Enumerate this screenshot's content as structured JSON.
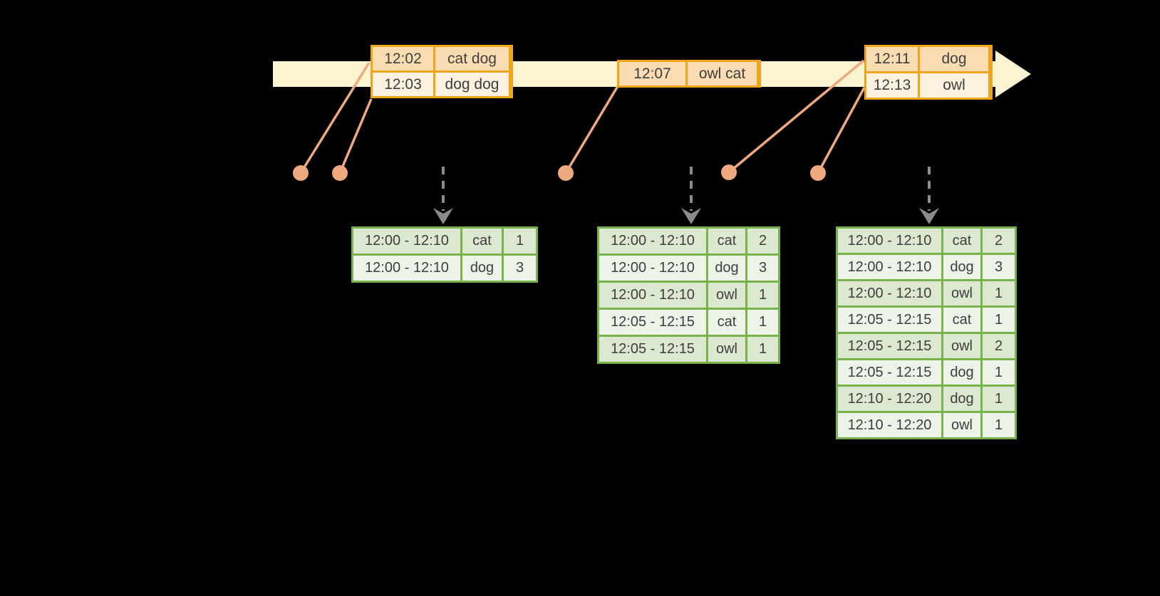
{
  "diagram": {
    "kind": "streaming-windowed-aggregation-timeline",
    "colors": {
      "background": "#000000",
      "timeline_band": "#fcf3d1",
      "event_table_border": "#f0a51b",
      "event_row_fill_dark": "#fadcb3",
      "event_row_fill_light": "#fdf1e0",
      "event_dot": "#efa97f",
      "result_table_border": "#77b34a",
      "result_row_fill_dark": "#dce8d0",
      "result_row_fill_light": "#eef3e9",
      "trigger_arrow": "#8c8c8c",
      "text": "#3e3e3e"
    }
  },
  "event_tables": [
    {
      "rows": [
        {
          "time": "12:02",
          "words": "cat dog"
        },
        {
          "time": "12:03",
          "words": "dog dog"
        }
      ]
    },
    {
      "rows": [
        {
          "time": "12:07",
          "words": "owl cat"
        }
      ]
    },
    {
      "rows": [
        {
          "time": "12:11",
          "words": "dog"
        },
        {
          "time": "12:13",
          "words": "owl"
        }
      ]
    }
  ],
  "result_tables": [
    {
      "rows": [
        {
          "window": "12:00 - 12:10",
          "word": "cat",
          "count": "1"
        },
        {
          "window": "12:00 - 12:10",
          "word": "dog",
          "count": "3"
        }
      ]
    },
    {
      "rows": [
        {
          "window": "12:00 - 12:10",
          "word": "cat",
          "count": "2"
        },
        {
          "window": "12:00 - 12:10",
          "word": "dog",
          "count": "3"
        },
        {
          "window": "12:00 - 12:10",
          "word": "owl",
          "count": "1"
        },
        {
          "window": "12:05 - 12:15",
          "word": "cat",
          "count": "1"
        },
        {
          "window": "12:05 - 12:15",
          "word": "owl",
          "count": "1"
        }
      ]
    },
    {
      "rows": [
        {
          "window": "12:00 - 12:10",
          "word": "cat",
          "count": "2"
        },
        {
          "window": "12:00 - 12:10",
          "word": "dog",
          "count": "3"
        },
        {
          "window": "12:00 - 12:10",
          "word": "owl",
          "count": "1"
        },
        {
          "window": "12:05 - 12:15",
          "word": "cat",
          "count": "1"
        },
        {
          "window": "12:05 - 12:15",
          "word": "owl",
          "count": "2"
        },
        {
          "window": "12:05 - 12:15",
          "word": "dog",
          "count": "1"
        },
        {
          "window": "12:10 - 12:20",
          "word": "dog",
          "count": "1"
        },
        {
          "window": "12:10 - 12:20",
          "word": "owl",
          "count": "1"
        }
      ]
    }
  ]
}
